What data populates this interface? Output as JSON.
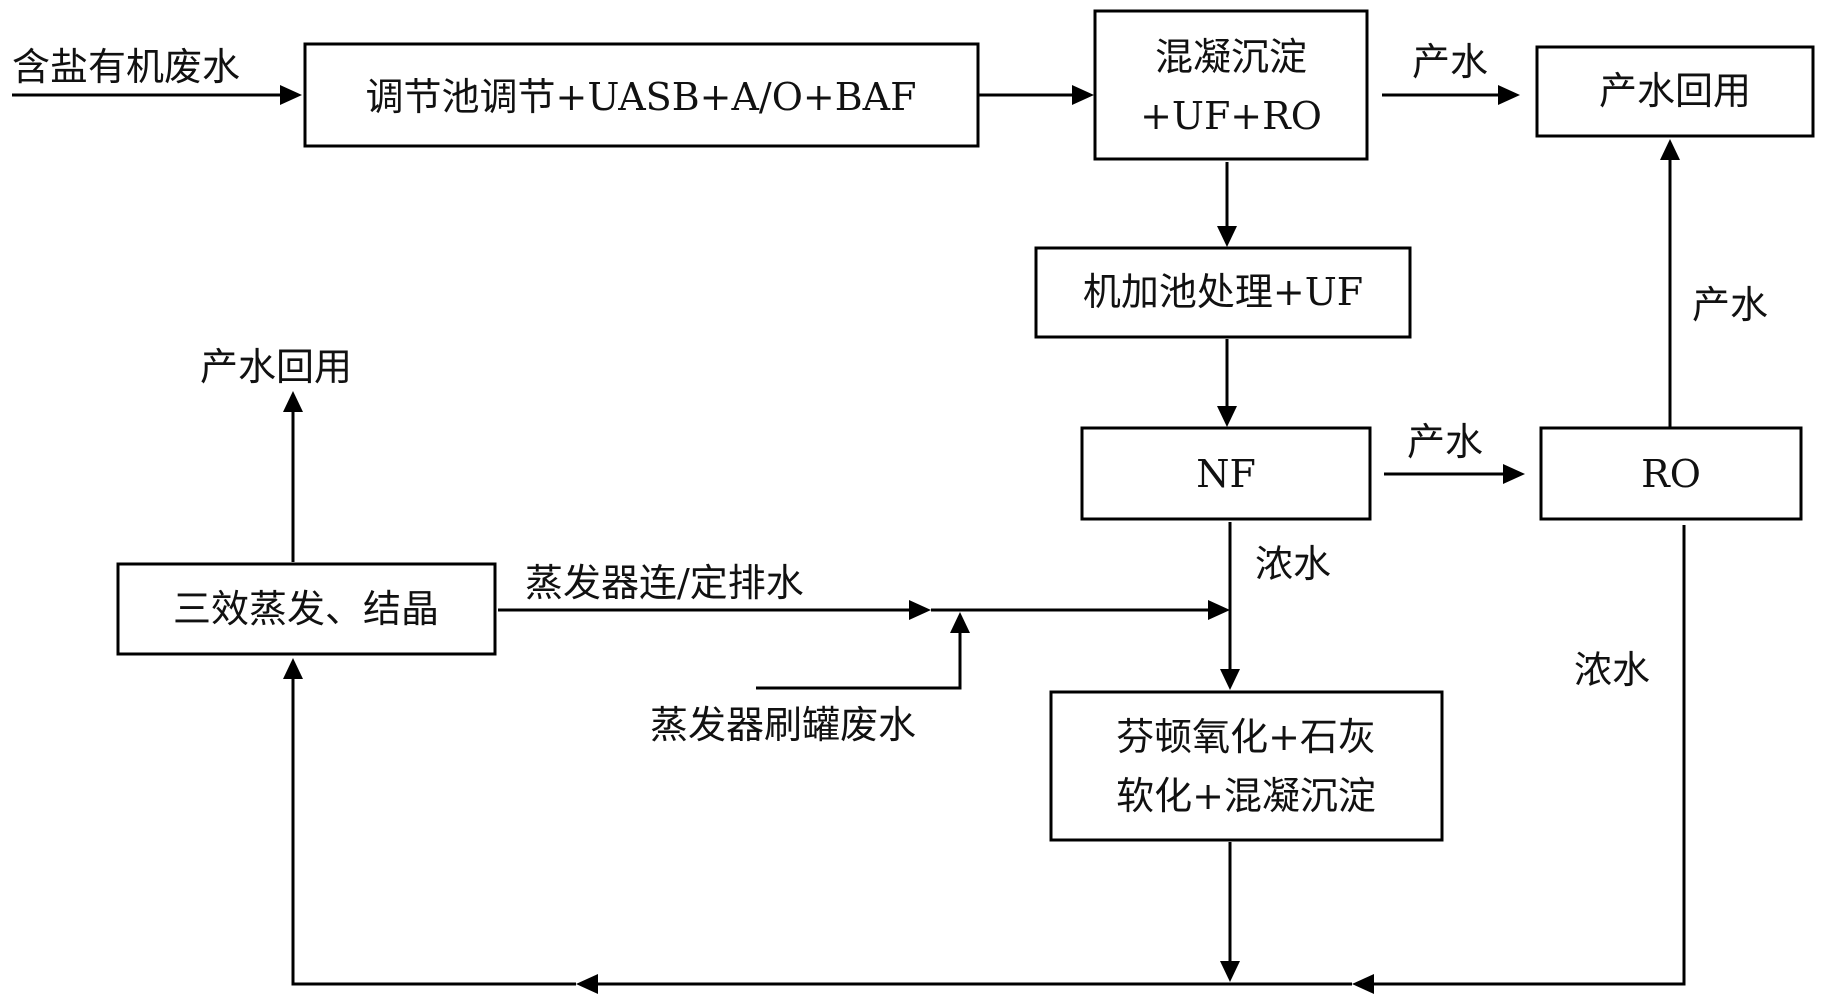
{
  "nodes": {
    "treatment1": "调节池调节+UASB+A/O+BAF",
    "coag_line1": "混凝沉淀",
    "coag_line2": "+UF+RO",
    "reuse_top": "产水回用",
    "machine": "机加池处理+UF",
    "nf": "NF",
    "ro": "RO",
    "evap": "三效蒸发、结晶",
    "fenton_line1": "芬顿氧化+石灰",
    "fenton_line2": "软化+混凝沉淀"
  },
  "labels": {
    "input": "含盐有机废水",
    "product_top": "产水",
    "product_ro_up": "产水",
    "product_nf": "产水",
    "conc_nf": "浓水",
    "conc_ro": "浓水",
    "evap_discharge": "蒸发器连/定排水",
    "tank_wash": "蒸发器刷罐废水",
    "reuse_left": "产水回用"
  }
}
